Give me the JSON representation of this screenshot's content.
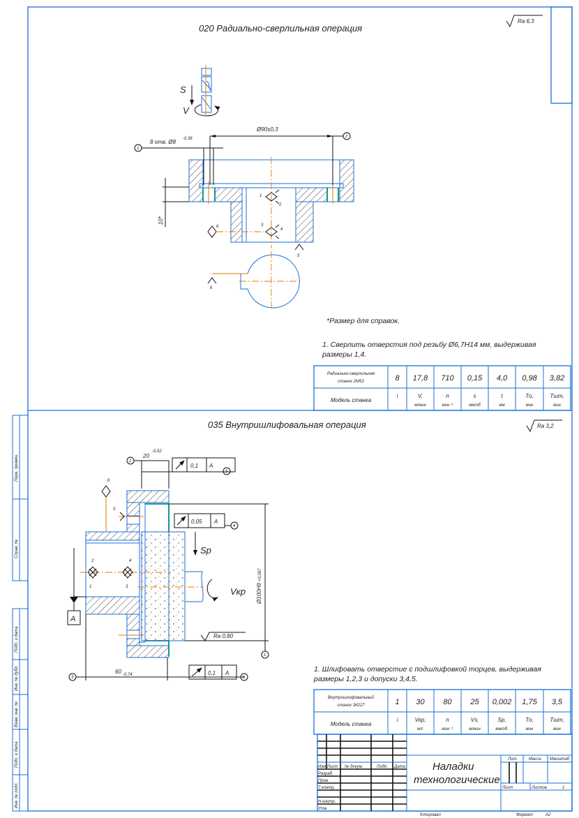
{
  "colors": {
    "line": "#1a6fd6",
    "axis": "#e07b00",
    "edge": "#00897b",
    "ink": "#111111"
  },
  "op1": {
    "title": "020 Радиально-сверлильная операция",
    "roughness": "Ra 6,3",
    "feed_label": "S",
    "speed_label": "V",
    "dim_diameter": "Ø90±0,3",
    "dim_holes": "8 отв. Ø8",
    "dim_holes_tol": "-0,36",
    "dim_height": "10*",
    "callouts": [
      "1",
      "2"
    ],
    "base_labels": [
      "1",
      "2",
      "3",
      "4",
      "5",
      "6",
      "6"
    ],
    "note_ref": "*Размер для справок.",
    "note_1_line1": "1. Сверлить отверстия под резьбу Ø6,7H14 мм, выдерживая",
    "note_1_line2": "размеры 1,4.",
    "table": {
      "machine_line1": "Радиально-сверлильная",
      "machine_line2": "станок 2М53",
      "values": [
        "8",
        "17,8",
        "710",
        "0,15",
        "4,0",
        "0,98",
        "3,82"
      ],
      "header_label": "Модель станка",
      "headers": [
        [
          "i",
          ""
        ],
        [
          "V,",
          "м/мин"
        ],
        [
          "n",
          "мин⁻¹"
        ],
        [
          "s",
          "мм/об"
        ],
        [
          "t",
          "мм"
        ],
        [
          "Tо,",
          "мин"
        ],
        [
          "Tшт,",
          "мин"
        ]
      ]
    }
  },
  "op2": {
    "title": "035 Внутришлифовальная операция",
    "roughness": "Ra 3,2",
    "dim_width": "20",
    "dim_width_tol": "-0,52",
    "dim_length": "60",
    "dim_length_tol": "-0,74",
    "dim_bore": "Ø100H9",
    "dim_bore_tol": "+0,087",
    "roughness_bore": "Ra 0,80",
    "feed_label": "Sp",
    "speed_label": "Vкр",
    "datum": "A",
    "tolerances": [
      {
        "value": "0,1",
        "datum": "A",
        "callout": "5"
      },
      {
        "value": "0,05",
        "datum": "A",
        "callout": "4"
      },
      {
        "value": "0,1",
        "datum": "A",
        "callout": "6"
      }
    ],
    "callouts": [
      "1",
      "2",
      "3"
    ],
    "base_labels": [
      "1",
      "2",
      "3",
      "4",
      "5",
      "6"
    ],
    "note_1_line1": "1. Шлифовать отверстие с подшлифовкой торцев, выдерживая",
    "note_1_line2": "размеры 1,2,3 и допуски 3,4,5.",
    "table": {
      "machine_line1": "Внутришлифовальный",
      "machine_line2": "станок 3К227",
      "values": [
        "1",
        "30",
        "80",
        "25",
        "0,002",
        "1,75",
        "3,5"
      ],
      "header_label": "Модель станка",
      "headers": [
        [
          "i",
          ""
        ],
        [
          "Vкр,",
          "м/с"
        ],
        [
          "n",
          "мин⁻¹"
        ],
        [
          "Vз,",
          "м/мин"
        ],
        [
          "Sp,",
          "мм/об."
        ],
        [
          "Tо,",
          "мин"
        ],
        [
          "Tшт,",
          "мин"
        ]
      ]
    }
  },
  "title_block": {
    "name_line1": "Наладки",
    "name_line2": "технологические",
    "cols": [
      "Изм.",
      "Лист",
      "№ докум.",
      "Подп.",
      "Дата"
    ],
    "rows": [
      "Разраб.",
      "Пров.",
      "Т.контр.",
      "Н.контр.",
      "Утв."
    ],
    "lit": "Лит.",
    "mass": "Масса",
    "scale": "Масштаб",
    "sheet": "Лист",
    "sheets": "Листов",
    "sheets_value": "1",
    "copied": "Копировал",
    "format": "Формат",
    "format_value": "A2"
  },
  "side_stamp": [
    "Перв. примен.",
    "Справ. №",
    "Подп. и дата",
    "Инв. № дубл.",
    "Взам. инв. №",
    "Подп. и дата",
    "Инв. № подл."
  ]
}
